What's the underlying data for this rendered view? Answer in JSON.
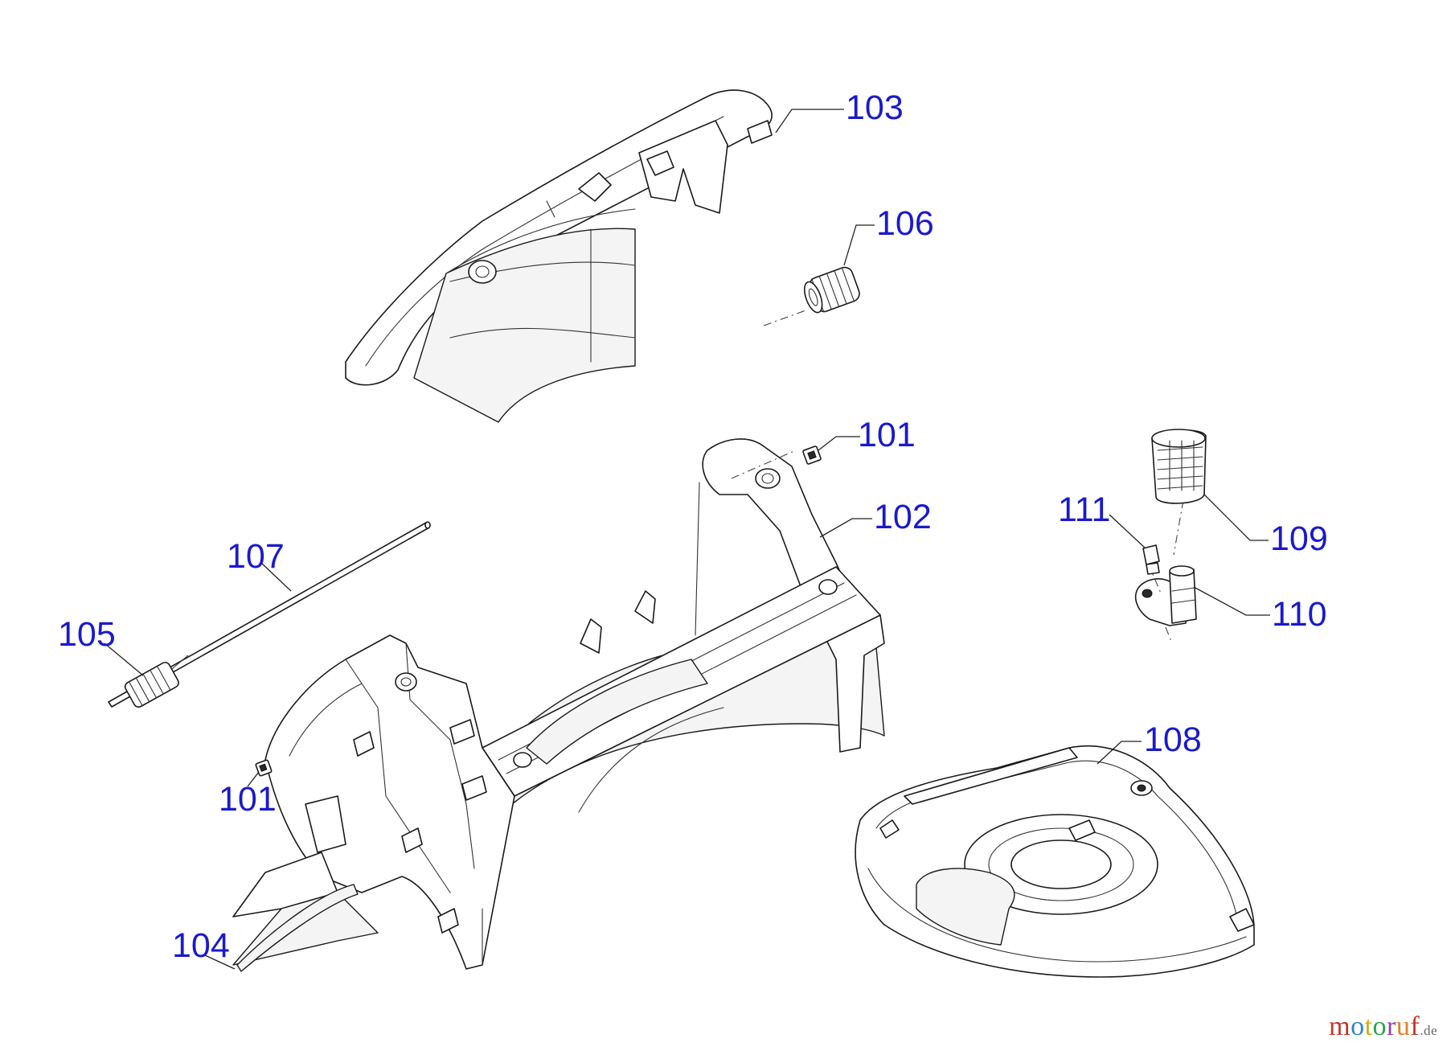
{
  "callouts": {
    "c101a": "101",
    "c101b": "101",
    "c102": "102",
    "c103": "103",
    "c104": "104",
    "c105": "105",
    "c106": "106",
    "c107": "107",
    "c108": "108",
    "c109": "109",
    "c110": "110",
    "c111": "111"
  },
  "watermark": {
    "name": "motoruf",
    "tld": ".de",
    "colors": [
      "#c0392b",
      "#2e86c1",
      "#d4ac0d",
      "#28a745",
      "#8e44ad",
      "#e67e22",
      "#c0392b"
    ]
  },
  "colors": {
    "callout_text": "#1a1acc",
    "line_art": "#1a1a1a"
  }
}
